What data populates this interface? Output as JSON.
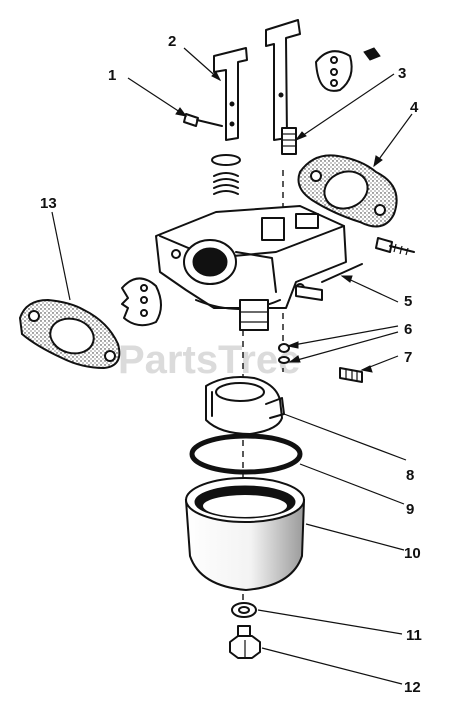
{
  "callouts": [
    "1",
    "2",
    "3",
    "4",
    "5",
    "6",
    "7",
    "8",
    "9",
    "10",
    "11",
    "12",
    "13"
  ],
  "watermark": "PartsTree"
}
